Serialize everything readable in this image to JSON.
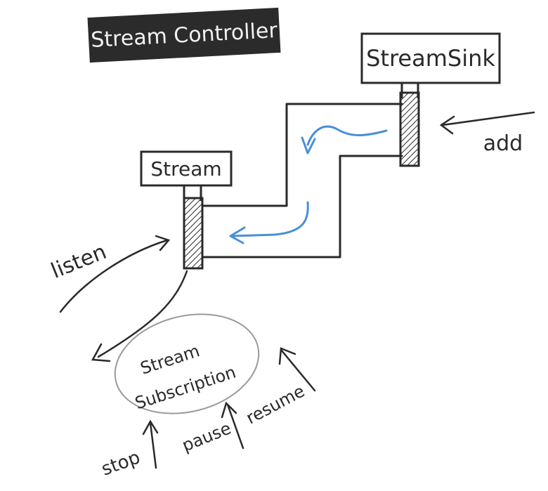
{
  "title": "Stream Controller",
  "nodes": {
    "stream_sink": "StreamSink",
    "stream": "Stream",
    "subscription_line1": "Stream",
    "subscription_line2": "Subscription"
  },
  "actions": {
    "add": "add",
    "listen": "listen",
    "stop": "stop",
    "pause": "pause",
    "resume": "resume"
  },
  "colors": {
    "ink": "#2a2a2a",
    "flow_arrow": "#4a8fd8",
    "title_bg": "#2b2b2b",
    "title_fg": "#f2f2f2",
    "ellipse": "#9a9a9a"
  }
}
